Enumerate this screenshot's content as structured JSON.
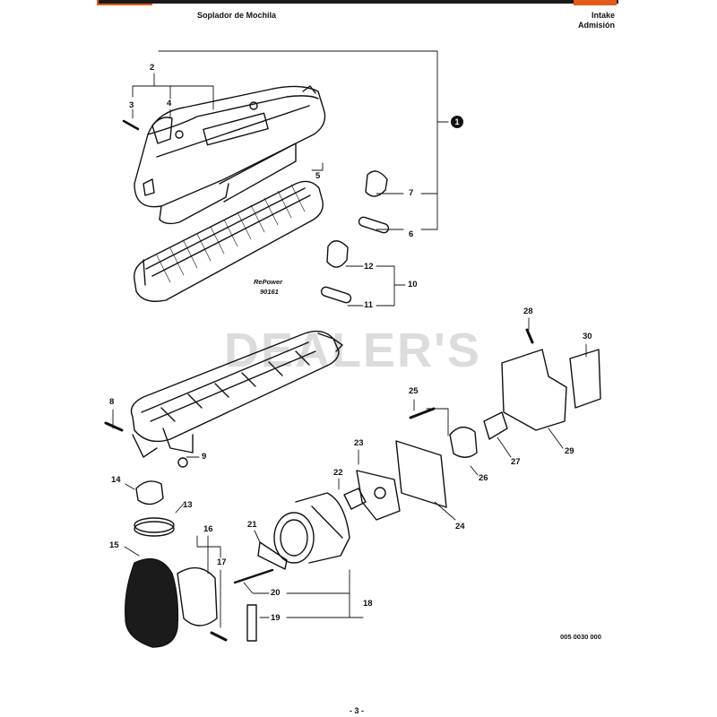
{
  "header": {
    "title_left": "Soplador de Mochila",
    "title_right_1": "Intake",
    "title_right_2": "Admisión"
  },
  "watermark": "DEALER'S",
  "callouts": {
    "c1": "1",
    "c2": "2",
    "c3": "3",
    "c4": "4",
    "c5": "5",
    "c6": "6",
    "c7": "7",
    "c8": "8",
    "c9": "9",
    "c10": "10",
    "c11": "11",
    "c12": "12",
    "c13": "13",
    "c14": "14",
    "c15": "15",
    "c16": "16",
    "c17": "17",
    "c18": "18",
    "c19": "19",
    "c20": "20",
    "c21": "21",
    "c22": "22",
    "c23": "23",
    "c24": "24",
    "c25": "25",
    "c26": "26",
    "c27": "27",
    "c28": "28",
    "c29": "29",
    "c30": "30"
  },
  "repower": {
    "label": "RePower",
    "number": "90161"
  },
  "drawing_code": "005 0030 000",
  "page_number": "- 3 -",
  "colors": {
    "accent": "#e35a1a",
    "ink": "#111111"
  }
}
